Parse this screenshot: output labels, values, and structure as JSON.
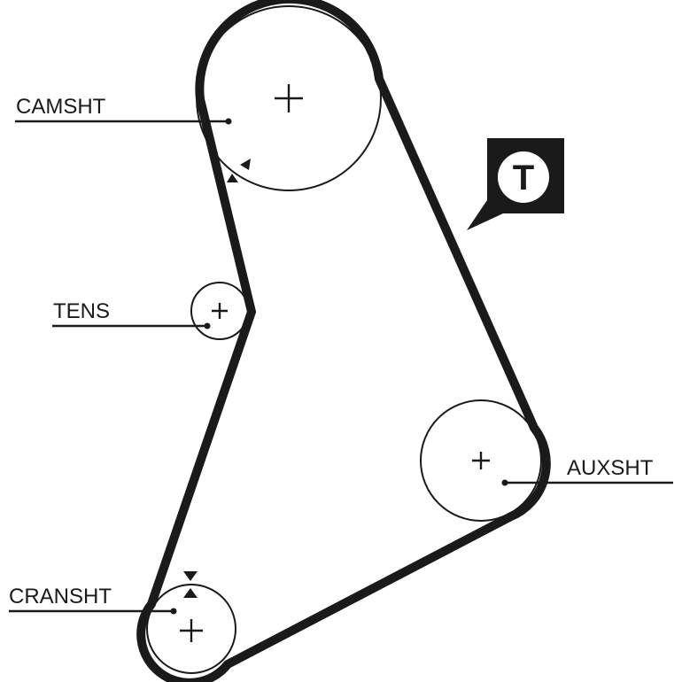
{
  "labels": {
    "camshaft": "CAMSHT",
    "tensioner": "TENS",
    "auxiliary": "AUXSHT",
    "crankshaft": "CRANSHT"
  },
  "badge": {
    "letter": "T"
  },
  "colors": {
    "ink": "#1a1a1a",
    "paper": "#ffffff"
  },
  "icons": [
    "tension-badge-icon",
    "alignment-mark-icon",
    "center-cross-icon"
  ]
}
